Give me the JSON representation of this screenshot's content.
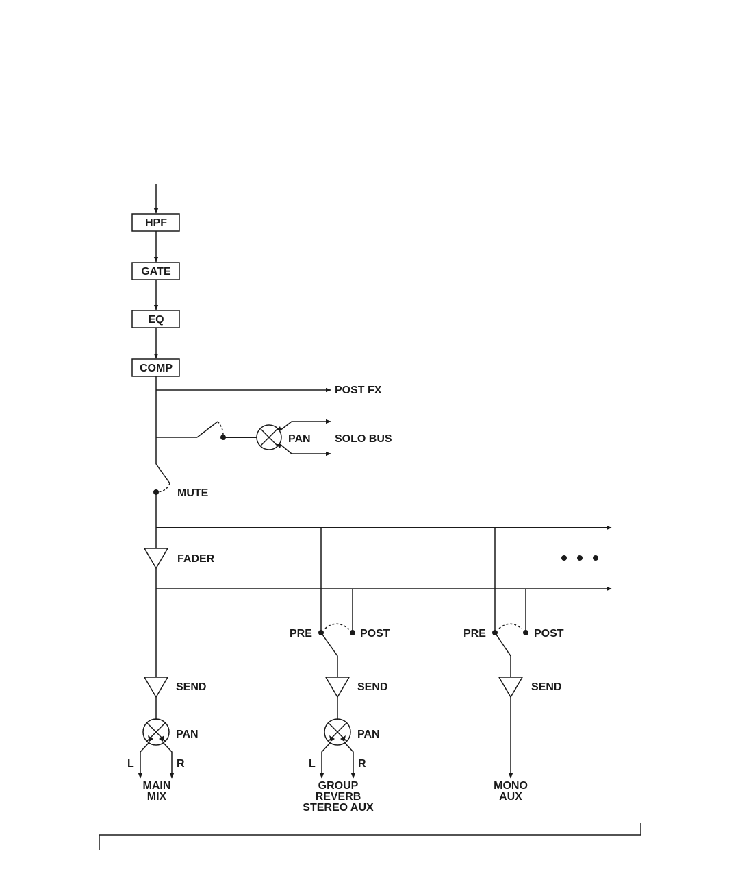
{
  "blocks": {
    "hpf": "HPF",
    "gate": "GATE",
    "eq": "EQ",
    "comp": "COMP"
  },
  "taps": {
    "post_fx": "POST FX",
    "solo_pan": "PAN",
    "solo_bus": "SOLO BUS",
    "mute": "MUTE",
    "fader": "FADER"
  },
  "sends": [
    {
      "pre": "",
      "post": "",
      "send": "SEND",
      "pan": "PAN",
      "left": "L",
      "right": "R",
      "destination": [
        "MAIN",
        "MIX"
      ]
    },
    {
      "pre": "PRE",
      "post": "POST",
      "send": "SEND",
      "pan": "PAN",
      "left": "L",
      "right": "R",
      "destination": [
        "GROUP",
        "REVERB",
        "STEREO AUX"
      ]
    },
    {
      "pre": "PRE",
      "post": "POST",
      "send": "SEND",
      "pan": "",
      "left": "",
      "right": "",
      "destination": [
        "MONO",
        "AUX"
      ]
    }
  ]
}
